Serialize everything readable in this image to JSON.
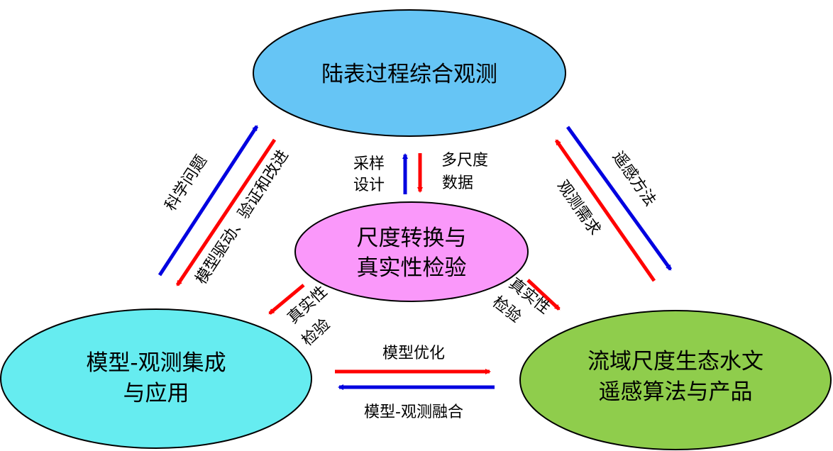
{
  "colors": {
    "top_node": "#66c5f5",
    "center_node": "#fa98fa",
    "left_node": "#66ecf0",
    "right_node": "#8fcd4c",
    "arrow_red": "#ff0000",
    "arrow_blue": "#0000e0"
  },
  "nodes": {
    "top": {
      "label": "陆表过程综合观测"
    },
    "center": {
      "line1": "尺度转换与",
      "line2": "真实性检验"
    },
    "left": {
      "line1": "模型-观测集成",
      "line2": "与应用"
    },
    "right": {
      "line1": "流域尺度生态水文",
      "line2": "遥感算法与产品"
    }
  },
  "labels": {
    "sampling": {
      "line1": "采样",
      "line2": "设计"
    },
    "multiscale": {
      "line1": "多尺度",
      "line2": "数据"
    },
    "science_question": "科学问题",
    "model_driven": "模型驱动、验证和改进",
    "rs_methods": "遥感方法",
    "obs_needs": "观测需求",
    "validation_left": {
      "line1": "真实性",
      "line2": "检验"
    },
    "validation_right": {
      "line1": "真实性",
      "line2": "检验"
    },
    "model_opt": "模型优化",
    "model_obs_fusion": "模型-观测融合"
  }
}
